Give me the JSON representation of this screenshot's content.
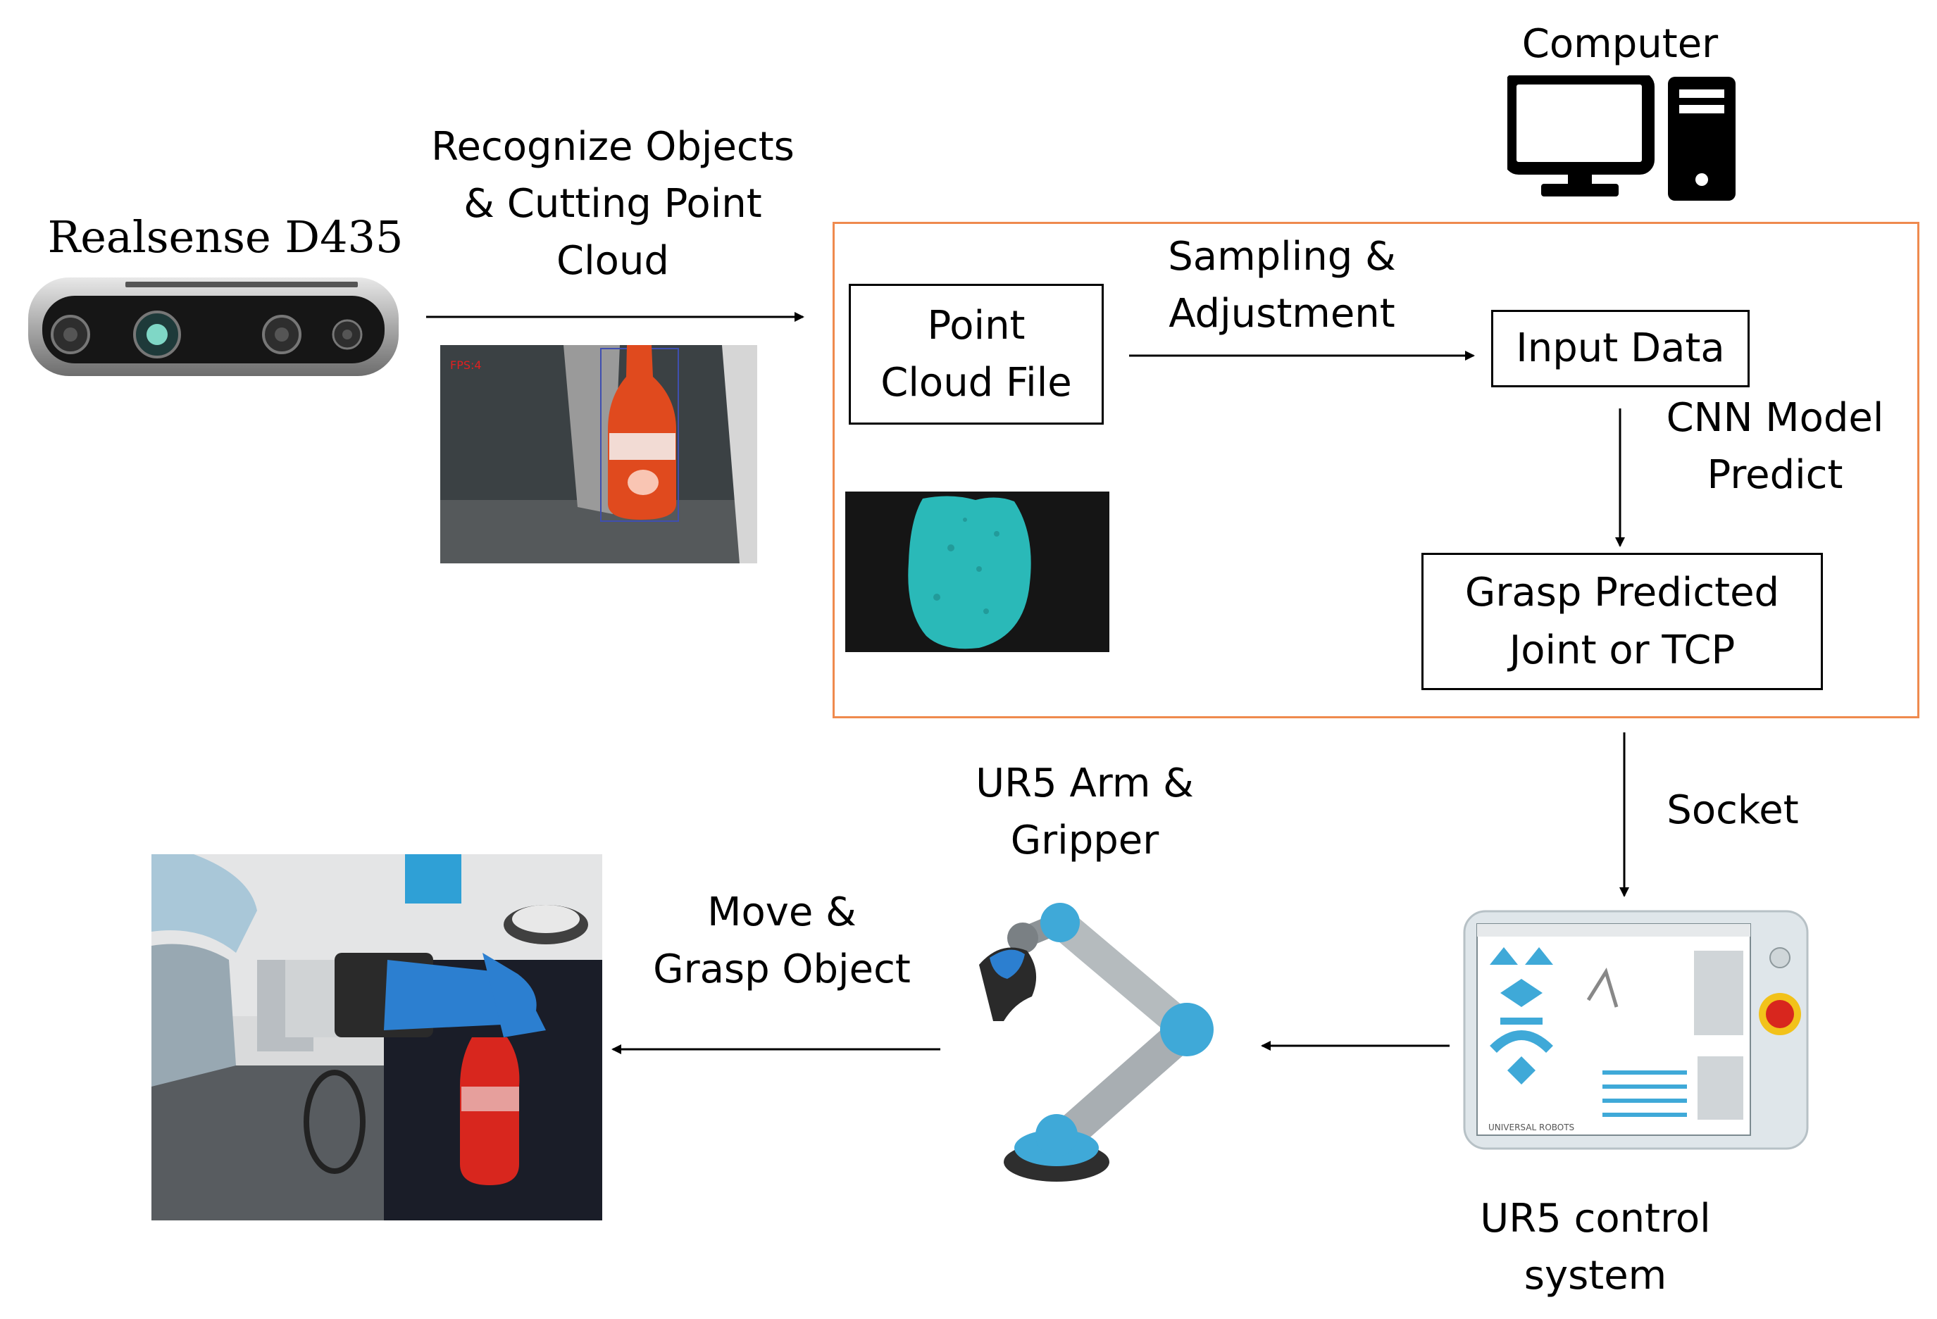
{
  "labels": {
    "camera": "Realsense D435",
    "recognize": "Recognize Objects\n& Cutting Point\nCloud",
    "computer": "Computer",
    "sampling": "Sampling &\nAdjustment",
    "cnn": "CNN Model\nPredict",
    "socket": "Socket",
    "ur5_arm": "UR5 Arm &\nGripper",
    "move_grasp": "Move &\nGrasp Object",
    "control_system": "UR5 control\nsystem"
  },
  "boxes": {
    "point_cloud": "Point\nCloud File",
    "input_data": "Input Data",
    "grasp": "Grasp Predicted\nJoint or TCP"
  },
  "photo_text": {
    "fps": "FPS:4",
    "brand": "UNIVERSAL ROBOTS"
  },
  "colors": {
    "frame_border": "#ef8a4e",
    "cyan_cloud": "#2ab9b8",
    "ur_blue": "#3fa9d8",
    "coke_red": "#d8261e"
  },
  "icons": [
    "realsense-camera-icon",
    "computer-icon",
    "ur5-robot-arm-icon",
    "teach-pendant-icon"
  ]
}
